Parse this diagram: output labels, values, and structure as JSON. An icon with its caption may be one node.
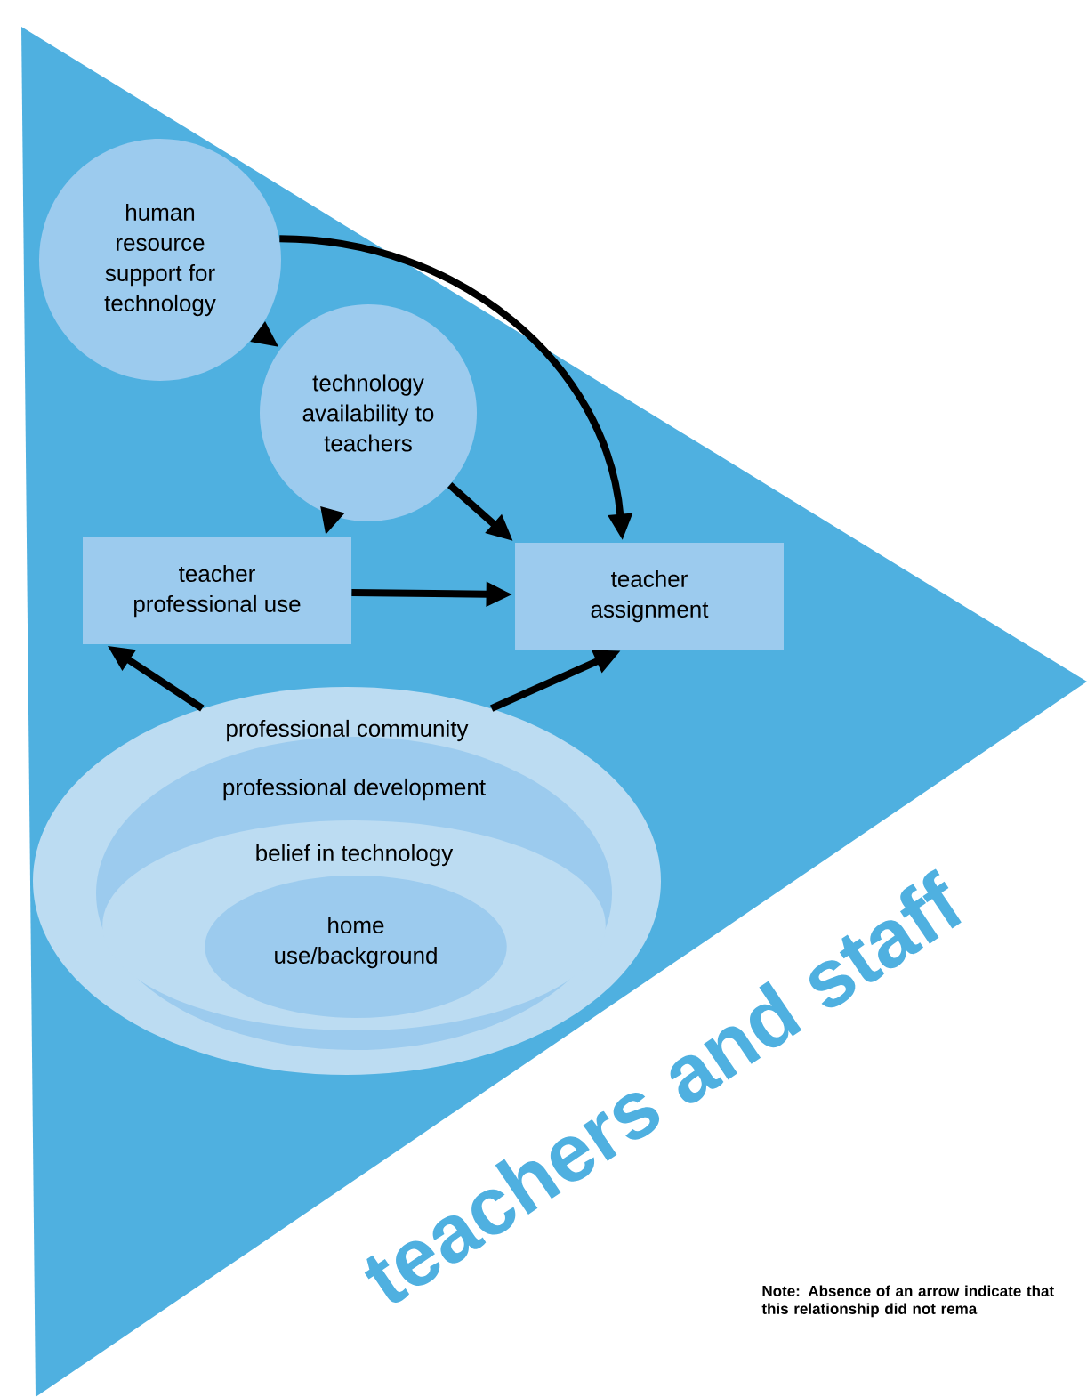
{
  "diagram": {
    "title": "teachers and staff",
    "nodes": [
      {
        "text": [
          "human resource support for technology"
        ]
      },
      {
        "text": [
          "technology availability to teachers"
        ]
      },
      {
        "text": [
          "teacher professional use"
        ]
      },
      {
        "text": [
          "teacher assignment"
        ]
      },
      {
        "text": [
          "professional community"
        ]
      },
      {
        "text": [
          "professional development"
        ],
        "in": 4
      },
      {
        "text": [
          "belief in technology"
        ],
        "in": 5
      },
      {
        "text": [
          "home use/background"
        ],
        "in": 6
      }
    ],
    "edges": [
      {
        "from": 0,
        "to": 1,
        "arrow": "to"
      },
      {
        "from": 0,
        "to": 3,
        "arrow": "to"
      },
      {
        "from": 1,
        "to": 3,
        "arrow": "to"
      },
      {
        "from": 1,
        "to": 2,
        "arrow": "to"
      },
      {
        "from": 2,
        "to": 3,
        "arrow": "to"
      },
      {
        "from": 4,
        "to": 2,
        "arrow": "to"
      },
      {
        "from": 4,
        "to": 3,
        "arrow": "to"
      }
    ],
    "labels": [
      "Note: Absence of an arrow indicate that this relationship did not rema"
    ]
  }
}
